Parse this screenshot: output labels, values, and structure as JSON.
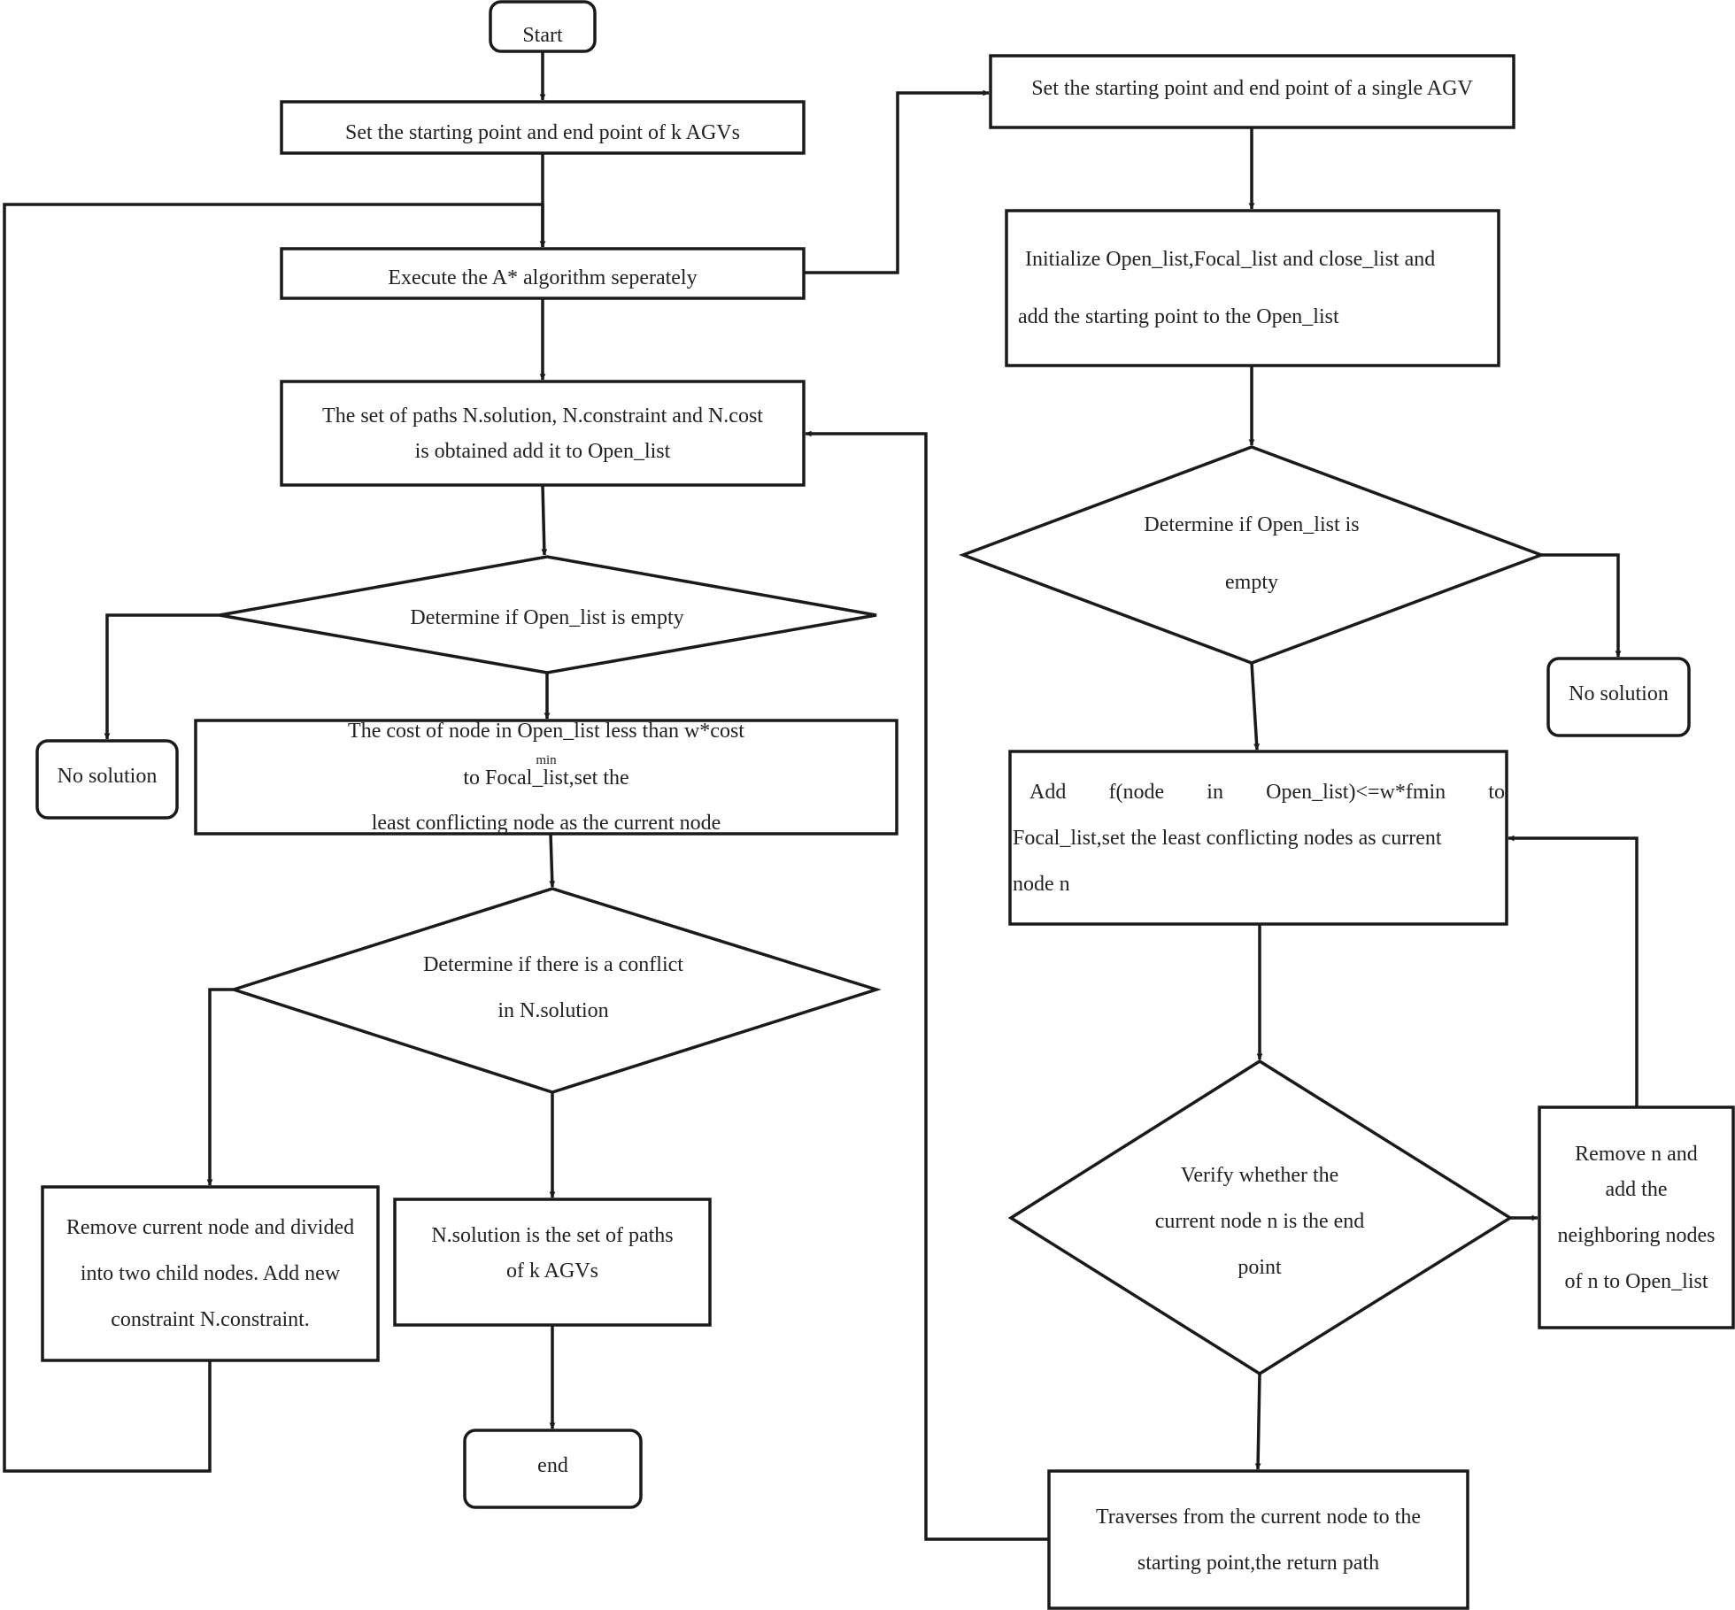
{
  "nodes": {
    "start": "Start",
    "set_k_agvs": "Set the starting point and end point of k AGVs",
    "execute_astar": "Execute the A* algorithm seperately",
    "paths_set": [
      "The set of paths N.solution, N.constraint and N.cost",
      "is obtained add it to Open_list"
    ],
    "check_open_left": "Determine if Open_list is empty",
    "no_solution_left": "No solution",
    "focal_left": {
      "line1_pre": "The cost of node in Open_list less than w*cost",
      "line1_sub": "min",
      "line1_post": " to Focal_list,set the",
      "line2": "least conflicting node as the current node"
    },
    "check_conflict": [
      "Determine if there is a conflict",
      "in N.solution"
    ],
    "split_node": [
      "Remove current node and divided",
      "into two child nodes. Add new",
      "constraint N.constraint."
    ],
    "solution_found": [
      "N.solution is the set of paths",
      "of k AGVs"
    ],
    "end": "end",
    "set_single_agv": "Set the starting point and end point of a single AGV",
    "init_lists": [
      "Initialize Open_list,Focal_list and close_list and",
      "add the starting point to the Open_list"
    ],
    "check_open_right": [
      "Determine if Open_list is",
      "empty"
    ],
    "no_solution_right": "No solution",
    "focal_right": [
      "Add f(node in Open_list)<=w*fmin to",
      "Focal_list,set the least conflicting nodes as current",
      "node n"
    ],
    "verify_end": [
      "Verify whether the",
      "current node n is the end",
      "point"
    ],
    "remove_n": [
      "Remove n and",
      "add the",
      "neighboring nodes",
      "of n to Open_list"
    ],
    "traverse": [
      "Traverses from the current node to the",
      "starting point,the return path"
    ]
  }
}
